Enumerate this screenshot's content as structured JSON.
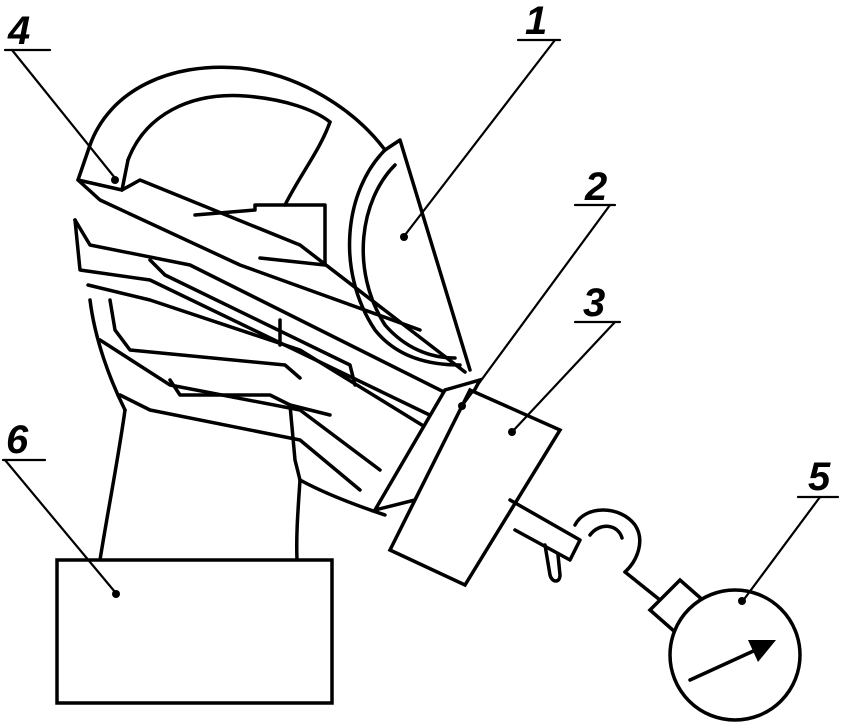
{
  "callouts": [
    {
      "id": "1",
      "label": "1"
    },
    {
      "id": "2",
      "label": "2"
    },
    {
      "id": "3",
      "label": "3"
    },
    {
      "id": "4",
      "label": "4"
    },
    {
      "id": "5",
      "label": "5"
    },
    {
      "id": "6",
      "label": "6"
    }
  ],
  "colors": {
    "ink": "#000000",
    "paper": "#ffffff"
  },
  "icons": {
    "gauge": "pressure-gauge-icon",
    "hook": "hook-icon"
  }
}
